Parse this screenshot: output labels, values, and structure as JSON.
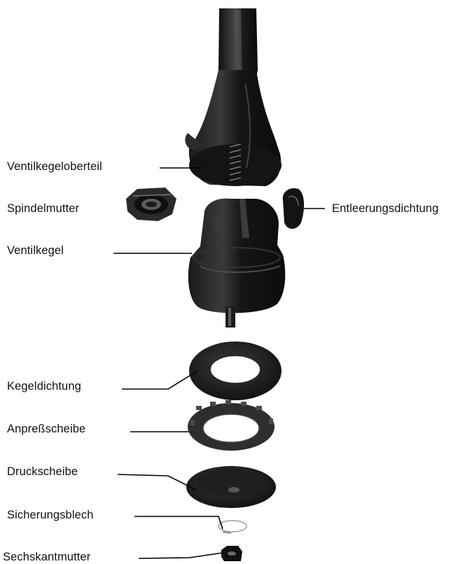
{
  "diagram": {
    "type": "exploded-view",
    "colors": {
      "part_dark": "#121212",
      "part_mid": "#2a2a2a",
      "highlight": "#6f6f6f",
      "leader": "#000000",
      "background": "#ffffff"
    },
    "labels": {
      "ventilkegeloberteil": "Ventilkegeloberteil",
      "spindelmutter": "Spindelmutter",
      "entleerungsdichtung": "Entleerungsdichtung",
      "ventilkegel": "Ventilkegel",
      "kegeldichtung": "Kegeldichtung",
      "anpressscheibe": "Anpreßscheibe",
      "druckscheibe": "Druckscheibe",
      "sicherungsblech": "Sicherungsblech",
      "sechskantmutter": "Sechskantmutter"
    }
  }
}
